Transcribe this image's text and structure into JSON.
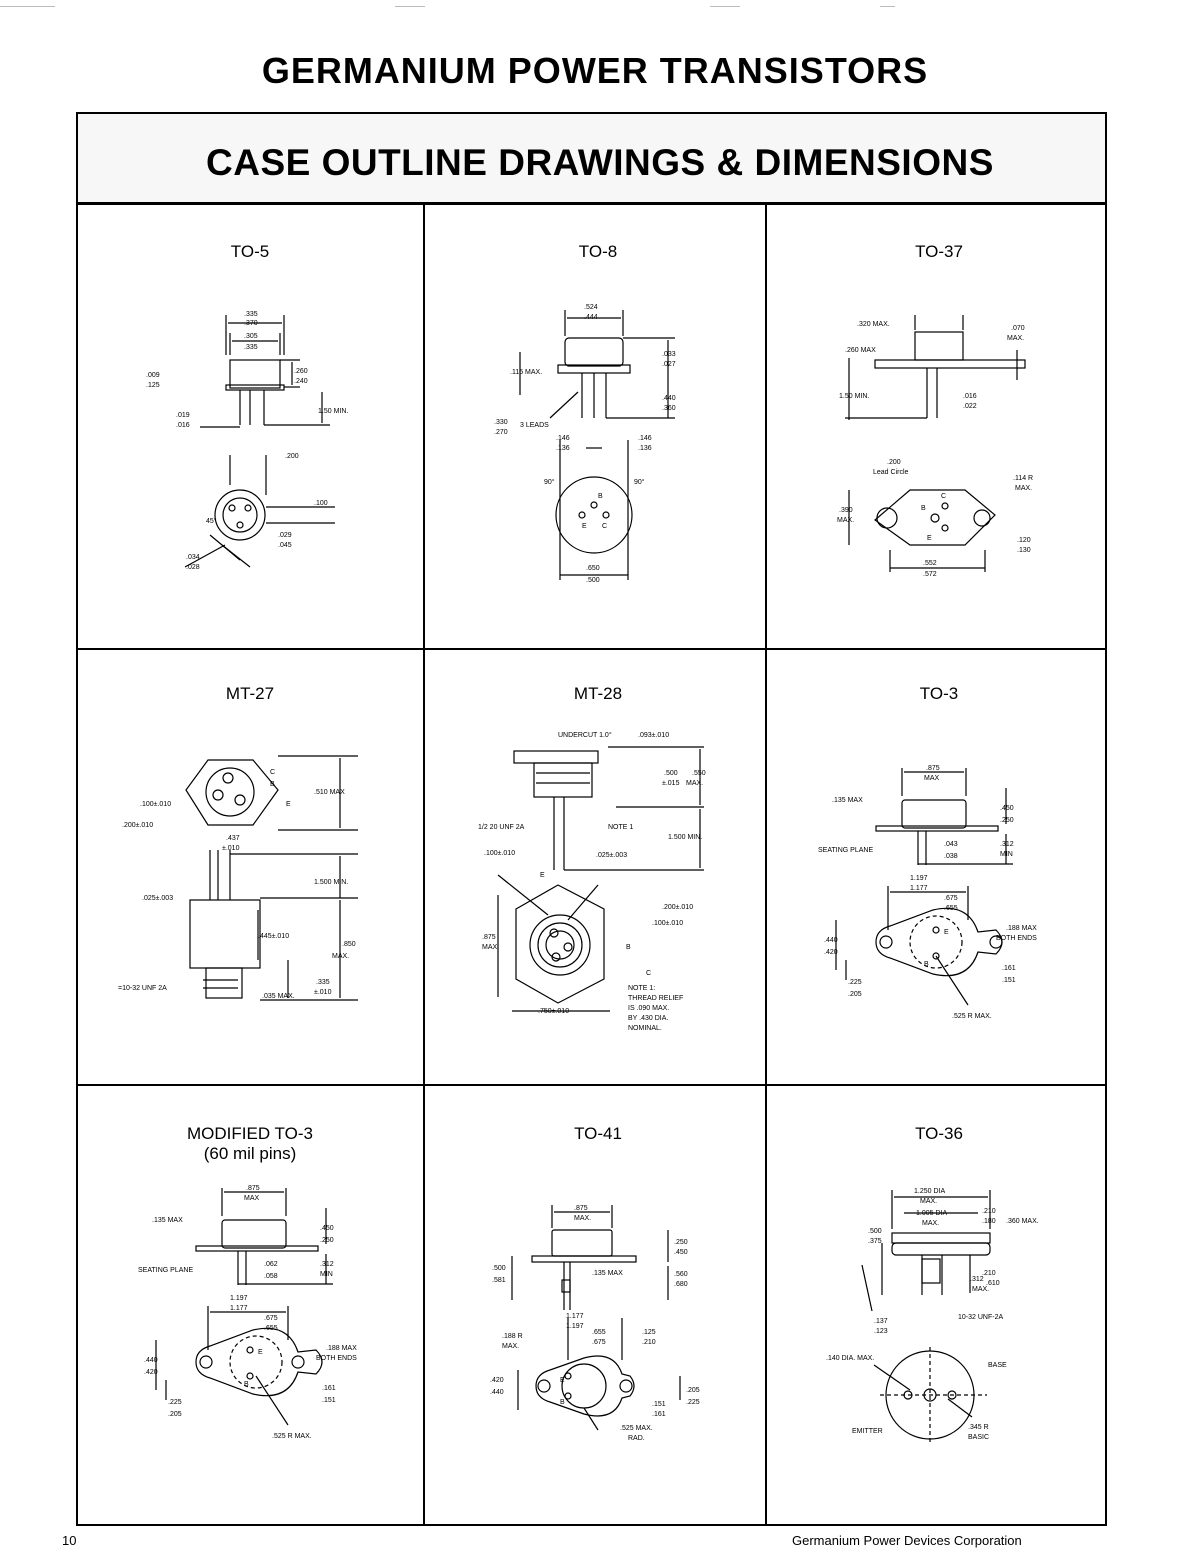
{
  "page": {
    "title": "GERMANIUM POWER TRANSISTORS",
    "subtitle": "CASE OUTLINE DRAWINGS & DIMENSIONS",
    "footer_left": "10",
    "footer_right": "Germanium Power Devices Corporation"
  },
  "cells": [
    {
      "label": "TO-5"
    },
    {
      "label": "TO-8"
    },
    {
      "label": "TO-37"
    },
    {
      "label": "MT-27"
    },
    {
      "label": "MT-28"
    },
    {
      "label": "TO-3"
    },
    {
      "label": "MODIFIED TO-3",
      "label2": "(60 mil pins)"
    },
    {
      "label": "TO-41"
    },
    {
      "label": "TO-36"
    }
  ],
  "dims": {
    "to5": [
      ".335",
      ".370",
      ".305",
      ".335",
      ".009",
      ".125",
      ".260",
      ".240",
      ".019",
      ".016",
      "1.50 MIN.",
      ".200",
      ".100",
      "45°",
      ".029",
      ".045",
      ".034",
      ".028"
    ],
    "to8": [
      ".524",
      ".444",
      ".033",
      ".027",
      ".115 MAX.",
      ".440",
      ".360",
      ".330",
      ".270",
      "3 LEADS",
      ".146",
      ".136",
      ".146",
      ".136",
      "90°",
      "90°",
      "B",
      "E",
      "C",
      ".650",
      ".500"
    ],
    "to37": [
      ".320 MAX.",
      ".070",
      "MAX.",
      ".260 MAX",
      "1.50 MIN.",
      ".016",
      ".022",
      ".200",
      "Lead Circle",
      ".114 R",
      "MAX.",
      ".390",
      "MAX.",
      "C",
      "B",
      "E",
      ".120",
      ".130",
      ".552",
      ".572"
    ],
    "mt27": [
      "C",
      "B",
      "E",
      ".100±.010",
      ".200±.010",
      ".510 MAX",
      ".437",
      "±.010",
      "1.500 MIN.",
      ".025±.003",
      ".445±.010",
      ".850",
      "MAX.",
      ".335",
      "±.010",
      "=10-32 UNF 2A",
      ".035 MAX."
    ],
    "mt28": [
      "UNDERCUT 1.0°",
      ".093±.010",
      ".500",
      ".550",
      "±.015",
      "MAX.",
      "1/2 20 UNF 2A",
      "NOTE 1",
      "1.500 MIN.",
      ".100±.010",
      ".025±.003",
      "E",
      ".200±.010",
      ".100±.010",
      ".875",
      "MAX.",
      "B",
      "C",
      "NOTE 1:",
      "THREAD RELIEF",
      "IS .090 MAX.",
      "BY .430 DIA.",
      "NOMINAL.",
      ".750±.010"
    ],
    "to3": [
      ".875",
      "MAX",
      ".135 MAX",
      ".450",
      ".250",
      ".043",
      ".038",
      ".312",
      "MIN",
      "SEATING PLANE",
      "1.197",
      "1.177",
      ".675",
      ".655",
      ".188 MAX",
      "BOTH ENDS",
      "E",
      "B",
      ".440",
      ".420",
      ".161",
      ".151",
      ".225",
      ".205",
      ".525 R MAX."
    ],
    "mto3": [
      ".875",
      "MAX",
      ".135 MAX",
      ".450",
      ".250",
      ".062",
      ".058",
      ".312",
      "MIN",
      "SEATING PLANE",
      "1.197",
      "1.177",
      ".675",
      ".655",
      ".188 MAX",
      "BOTH ENDS",
      "E",
      "B",
      ".440",
      ".420",
      ".161",
      ".151",
      ".225",
      ".205",
      ".525 R MAX."
    ],
    "to41": [
      ".875",
      "MAX.",
      ".250",
      ".450",
      ".500",
      ".581",
      ".135 MAX",
      ".560",
      ".680",
      "1.177",
      "1.197",
      ".655",
      ".675",
      ".125",
      ".210",
      ".188 R",
      "MAX.",
      ".420",
      ".440",
      "E",
      "B",
      ".151",
      ".161",
      ".205",
      ".225",
      ".525 MAX.",
      "RAD."
    ],
    "to36": [
      "1.250 DIA",
      "MAX.",
      "1.005 DIA",
      "MAX.",
      ".210",
      ".180",
      ".360 MAX.",
      ".500",
      ".375",
      ".210",
      ".312",
      ".610",
      "MAX.",
      "10-32 UNF-2A",
      ".137",
      ".123",
      ".140 DIA. MAX.",
      "BASE",
      "EMITTER",
      ".345 R",
      "BASIC"
    ]
  }
}
